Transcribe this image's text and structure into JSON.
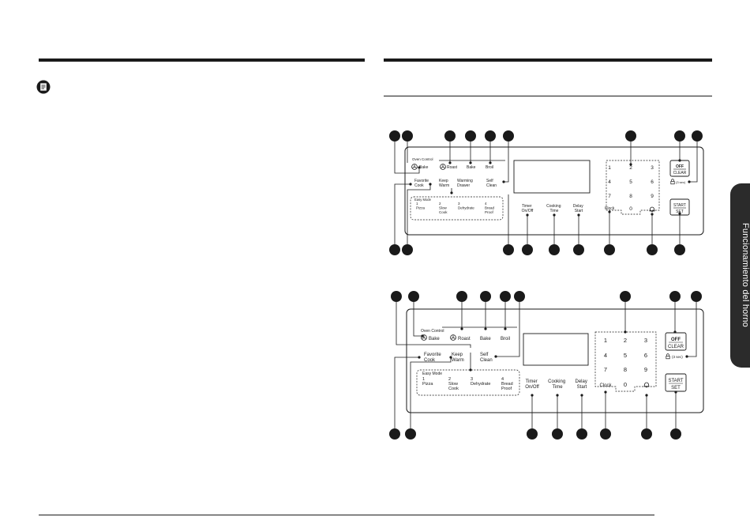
{
  "side_tab": {
    "label": "Funcionamiento del horno"
  },
  "icons": {
    "note": "note-icon",
    "lock": "lock-icon",
    "bell": "bell-icon",
    "rotisserie": "fan-icon"
  },
  "colors": {
    "ink": "#1a1a1a",
    "tab": "#2b2b2b",
    "paper": "#ffffff"
  },
  "panel_a": {
    "oven_control": "Oven Control",
    "bake_conv": "Bake",
    "roast_conv": "Roast",
    "bake": "Bake",
    "broil": "Broil",
    "favorite": [
      "Favorite",
      "Cook"
    ],
    "keep_warm": [
      "Keep",
      "Warm"
    ],
    "warming_drawer": [
      "Warming",
      "Drawer"
    ],
    "self_clean": [
      "Self",
      "Clean"
    ],
    "easy_mode": "Easy Mode",
    "modes": [
      {
        "num": "1",
        "lines": [
          "Pizza"
        ]
      },
      {
        "num": "2",
        "lines": [
          "Slow",
          "Cook"
        ]
      },
      {
        "num": "3",
        "lines": [
          "Dehydrate"
        ]
      },
      {
        "num": "4",
        "lines": [
          "Bread",
          "Proof"
        ]
      }
    ],
    "timer": [
      "Timer",
      "On/Off"
    ],
    "cooking_time": [
      "Cooking",
      "Time"
    ],
    "delay_start": [
      "Delay",
      "Start"
    ],
    "clock": "Clock",
    "keys": [
      "1",
      "2",
      "3",
      "4",
      "5",
      "6",
      "7",
      "8",
      "9",
      "0"
    ],
    "off": "OFF",
    "clear": "CLEAR",
    "lock_text": "(3 sec)",
    "start": "START",
    "set": "SET"
  },
  "panel_b": {
    "oven_control": "Oven Control",
    "bake_conv": "Bake",
    "roast_conv": "Roast",
    "bake": "Bake",
    "broil": "Broil",
    "favorite": [
      "Favorite",
      "Cook"
    ],
    "keep_warm": [
      "Keep",
      "Warm"
    ],
    "self_clean": [
      "Self",
      "Clean"
    ],
    "easy_mode": "Easy Mode",
    "modes": [
      {
        "num": "1",
        "lines": [
          "Pizza"
        ]
      },
      {
        "num": "2",
        "lines": [
          "Slow",
          "Cook"
        ]
      },
      {
        "num": "3",
        "lines": [
          "Dehydrate"
        ]
      },
      {
        "num": "4",
        "lines": [
          "Bread",
          "Proof"
        ]
      }
    ],
    "timer": [
      "Timer",
      "On/Off"
    ],
    "cooking_time": [
      "Cooking",
      "Time"
    ],
    "delay_start": [
      "Delay",
      "Start"
    ],
    "clock": "Clock",
    "keys": [
      "1",
      "2",
      "3",
      "4",
      "5",
      "6",
      "7",
      "8",
      "9",
      "0"
    ],
    "off": "OFF",
    "clear": "CLEAR",
    "lock_text": "(3 sec)",
    "start": "START",
    "set": "SET"
  }
}
